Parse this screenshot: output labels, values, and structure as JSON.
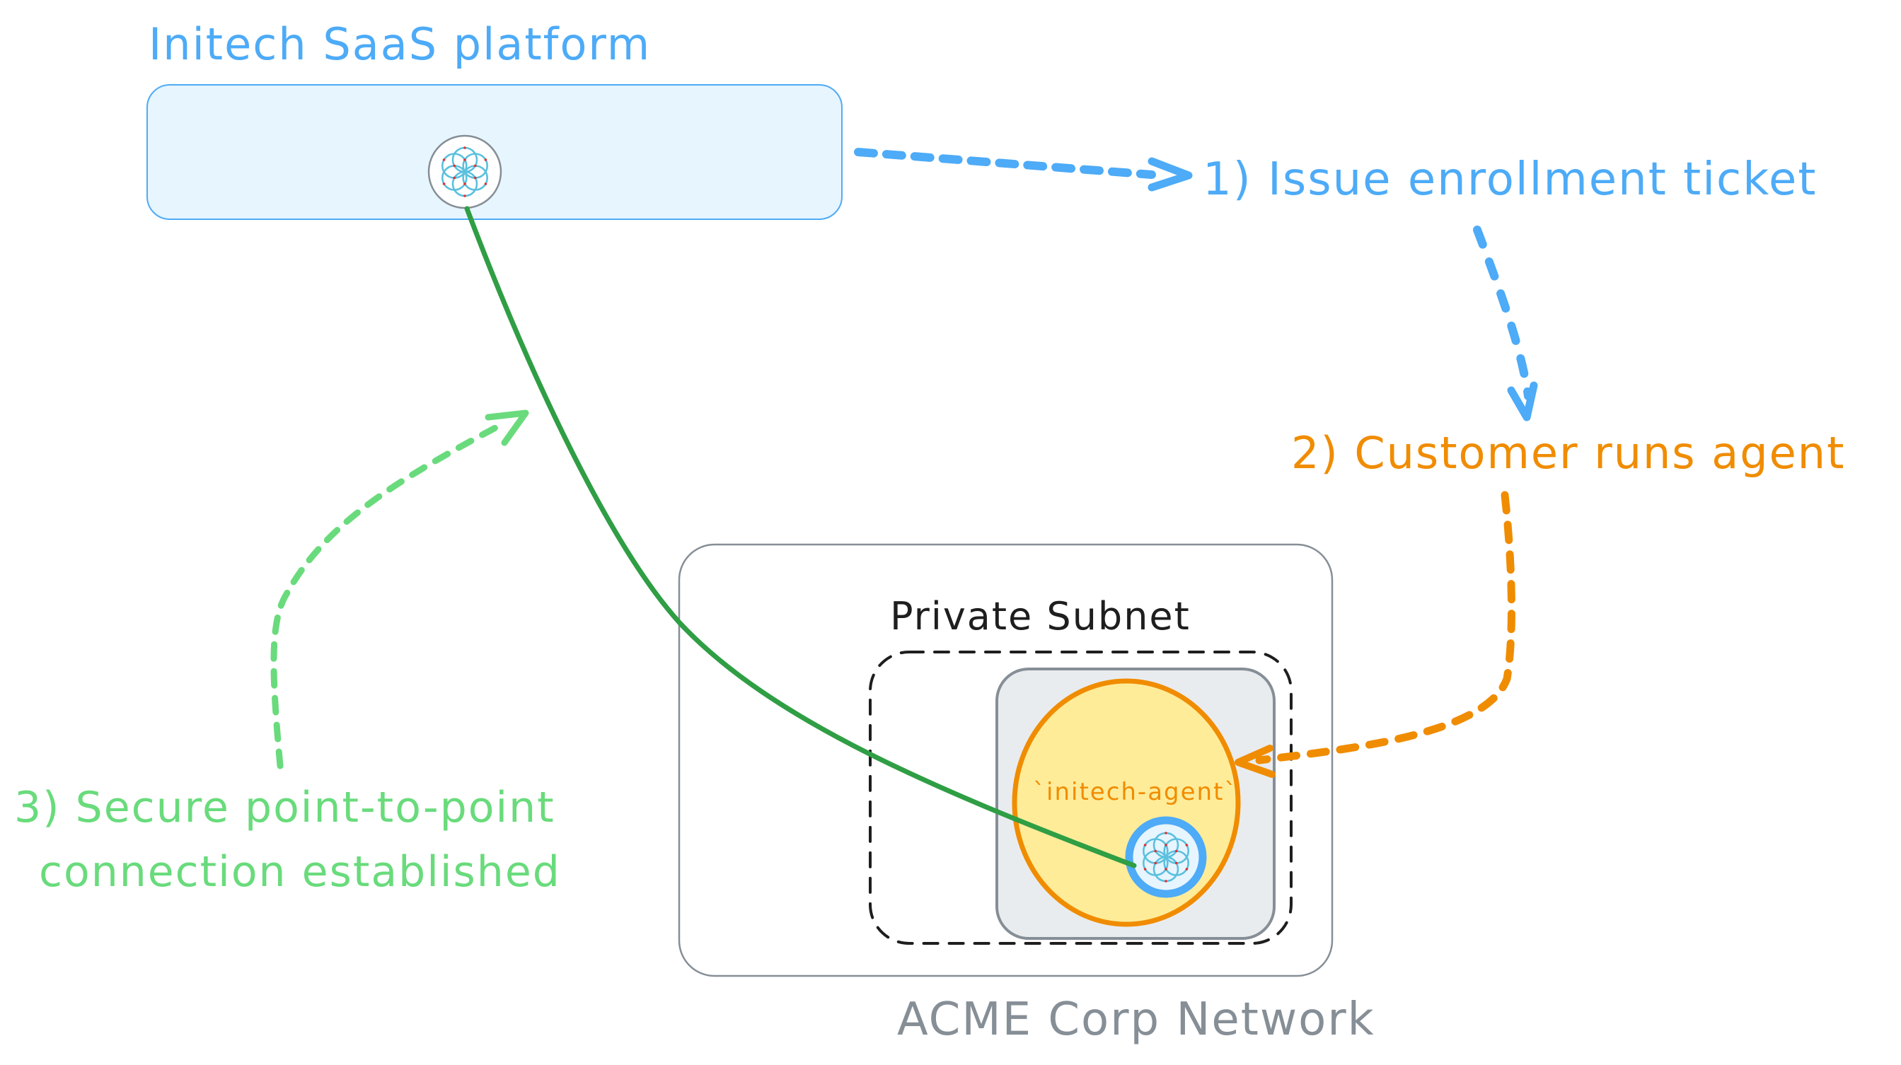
{
  "diagram": {
    "title": "Initech SaaS platform",
    "colors": {
      "blue": "#4dabf7",
      "blue_fill": "#e7f5ff",
      "orange": "#f08c00",
      "yellow_fill": "#ffec99",
      "green_dark": "#2f9e44",
      "green_light": "#69db7c",
      "gray": "#868e96",
      "gray_fill": "#e9ecef",
      "black": "#1e1e1e"
    },
    "nodes": {
      "saas_platform": {
        "label": "Initech SaaS platform",
        "icon": "flower-of-life-logo-icon"
      },
      "acme_network": {
        "label": "ACME Corp Network"
      },
      "private_subnet": {
        "label": "Private Subnet"
      },
      "agent": {
        "label": "`initech-agent`",
        "icon": "flower-of-life-logo-icon"
      }
    },
    "steps": [
      {
        "number": 1,
        "label": "1) Issue enrollment ticket",
        "color": "blue"
      },
      {
        "number": 2,
        "label": "2) Customer runs agent",
        "color": "orange"
      },
      {
        "number": 3,
        "label_line1": "3) Secure point-to-point",
        "label_line2": "connection established",
        "color": "green_light"
      }
    ],
    "edges": [
      {
        "from": "saas_platform",
        "to": "step1",
        "style": "dashed",
        "color": "blue"
      },
      {
        "from": "step1",
        "to": "step2",
        "style": "dashed",
        "color": "blue"
      },
      {
        "from": "step2",
        "to": "agent",
        "style": "dashed",
        "color": "orange"
      },
      {
        "from": "step3",
        "to": "connection",
        "style": "dashed",
        "color": "green_light"
      },
      {
        "from": "saas_platform",
        "to": "agent",
        "style": "solid",
        "color": "green_dark",
        "meaning": "secure connection"
      }
    ]
  }
}
